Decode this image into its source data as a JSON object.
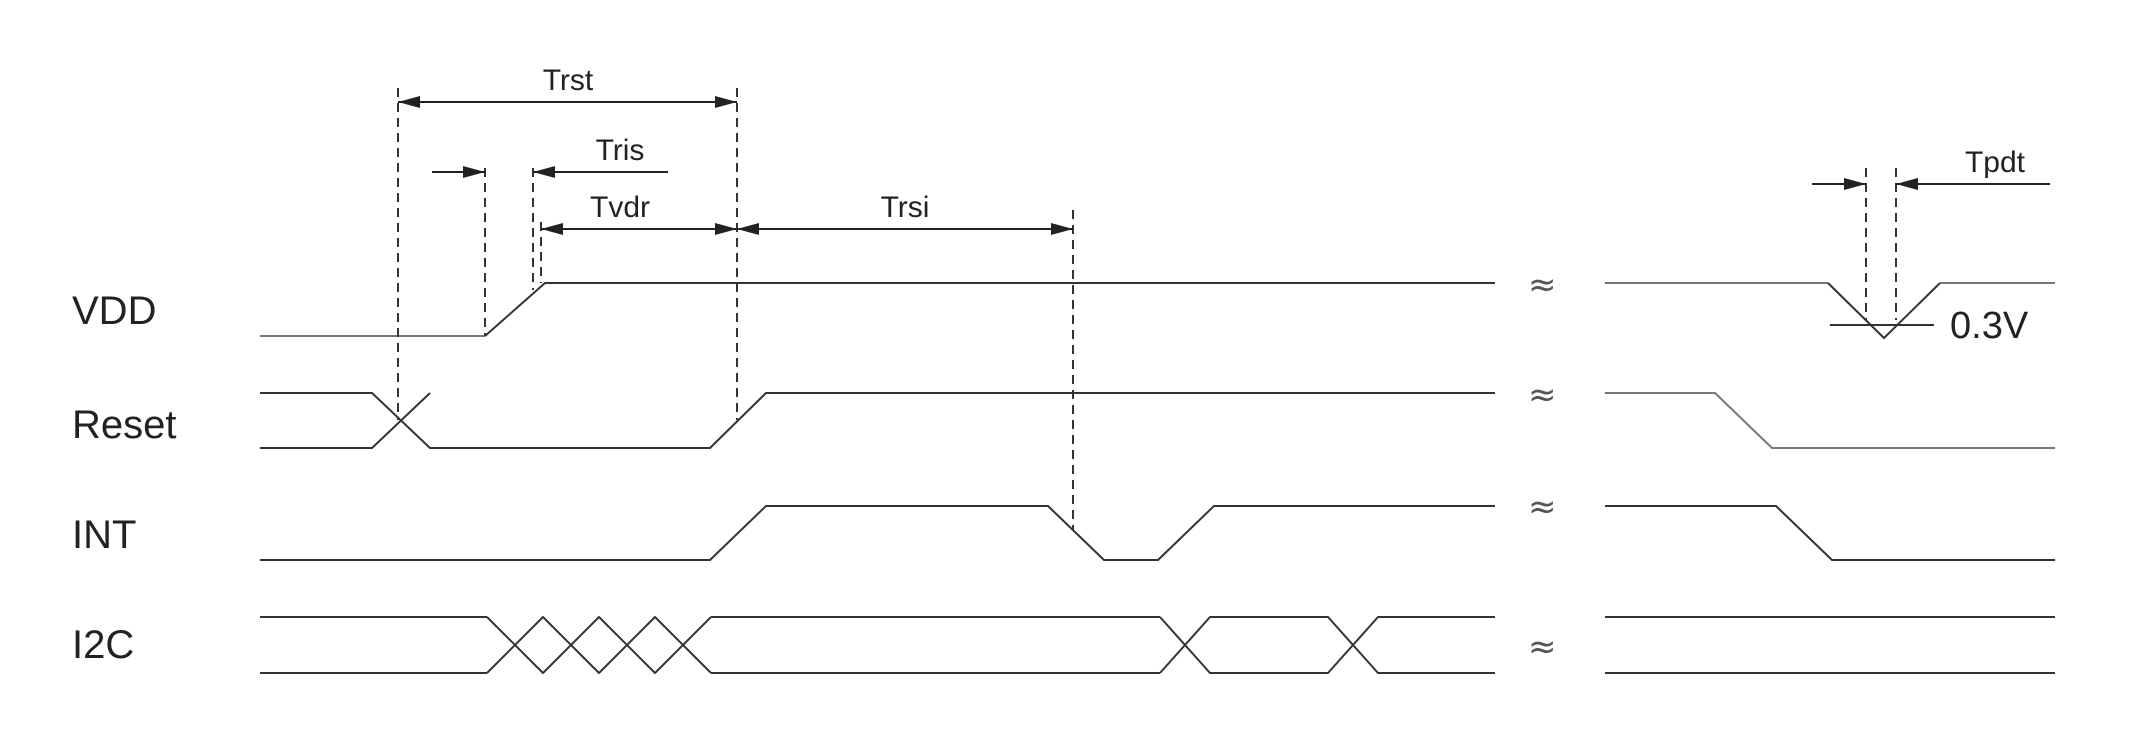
{
  "signals": {
    "vdd": "VDD",
    "reset": "Reset",
    "int": "INT",
    "i2c": "I2C"
  },
  "timings": {
    "trst": "Trst",
    "tris": "Tris",
    "tvdr": "Tvdr",
    "trsi": "Trsi",
    "tpdt": "Tpdt"
  },
  "threshold": {
    "label": "0.3V"
  },
  "break_symbol": "≈"
}
